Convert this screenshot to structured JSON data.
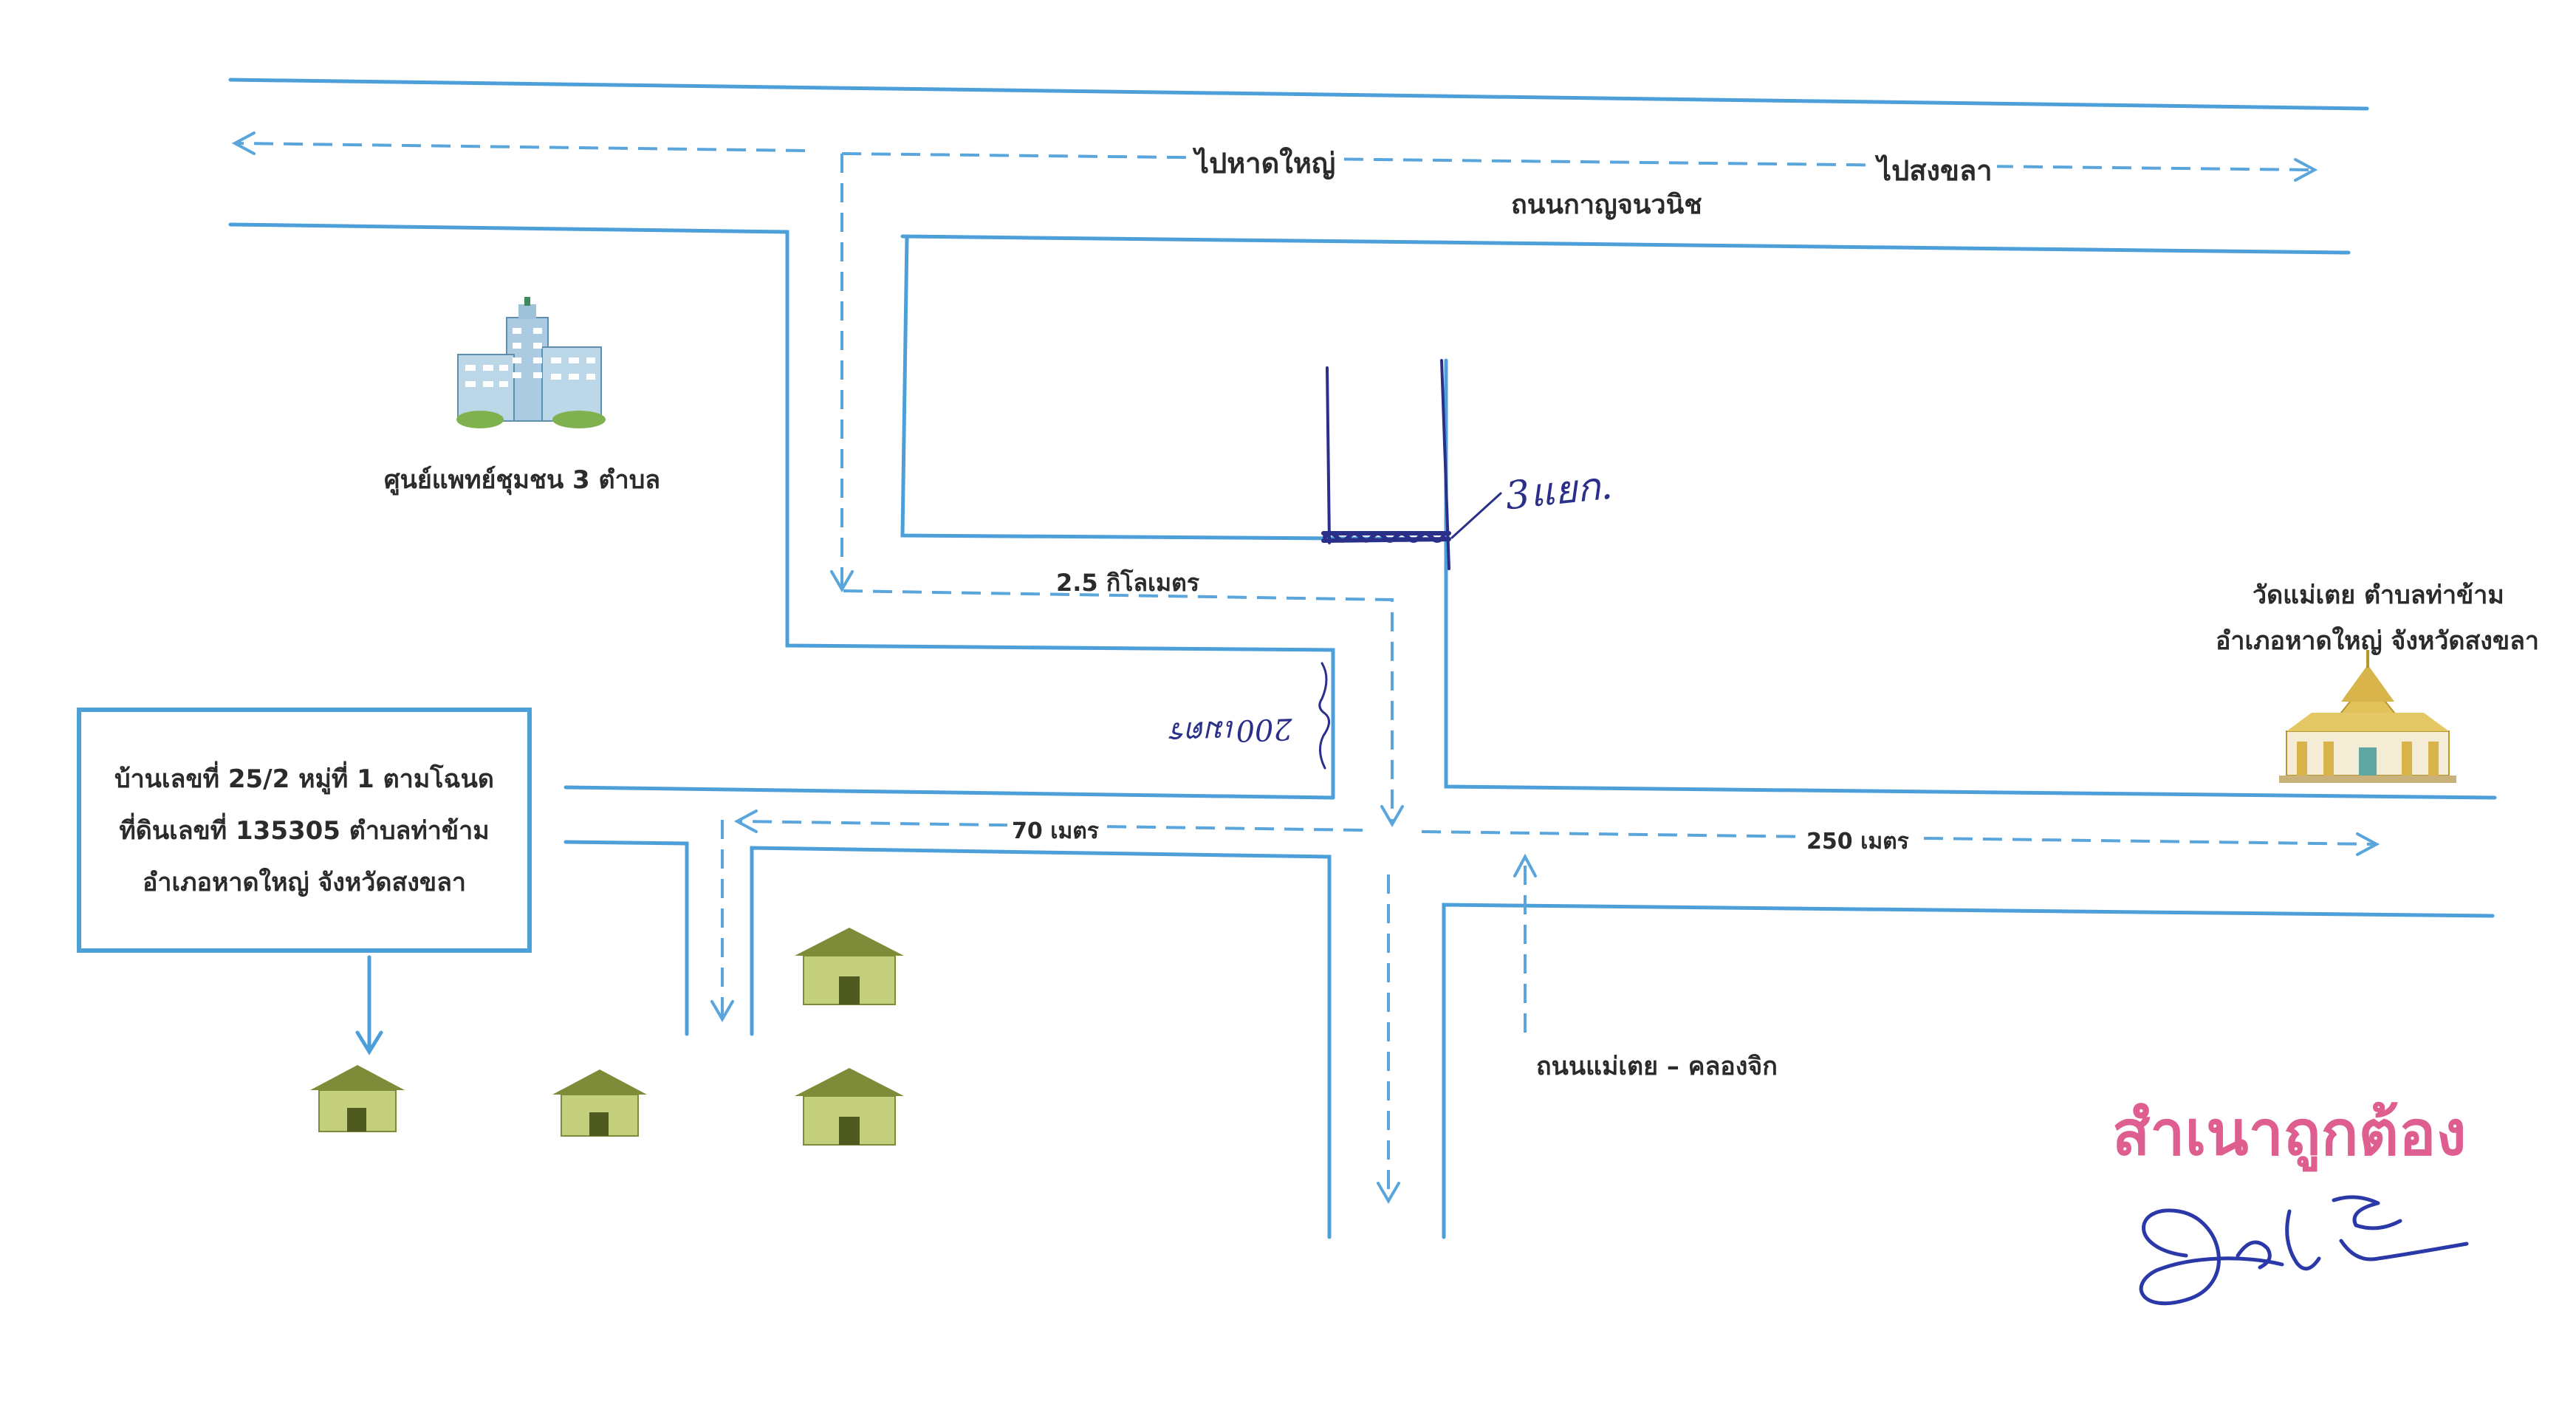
{
  "colors": {
    "road": "#4d9fd9",
    "road_dash": "#5aa6dc",
    "text": "#2b2b2b",
    "handwriting": "#2a2f8a",
    "stamp": "#df5e90",
    "house_roof": "#7e8c3a",
    "house_wall": "#c4cf7e"
  },
  "roads": {
    "main_road_name": "ถนนกาญจนวนิช",
    "side_road_name": "ถนนแม่เตย – คลองจิก",
    "to_hatyai": "ไปหาดใหญ่",
    "to_songkhla": "ไปสงขลา"
  },
  "distances": {
    "segment_a": "2.5 กิโลเมตร",
    "segment_b": "70 เมตร",
    "segment_c": "250 เมตร"
  },
  "handwritten": {
    "junction": "3แยก.",
    "distance_note": "200เมตร"
  },
  "landmarks": {
    "health_center": "ศูนย์แพทย์ชุมชน 3 ตำบล",
    "temple_line1": "วัดแม่เตย ตำบลท่าข้าม",
    "temple_line2": "อำเภอหาดใหญ่ จังหวัดสงขลา"
  },
  "address": {
    "line1": "บ้านเลขที่ 25/2 หมู่ที่ 1  ตามโฉนด",
    "line2": "ที่ดินเลขที่ 135305 ตำบลท่าข้าม",
    "line3": "อำเภอหาดใหญ่ จังหวัดสงขลา"
  },
  "certification": {
    "stamp_text": "สำเนาถูกต้อง"
  },
  "icons": [
    "hospital-building-icon",
    "temple-icon",
    "house-icon",
    "arrow-icon",
    "signature-icon"
  ]
}
